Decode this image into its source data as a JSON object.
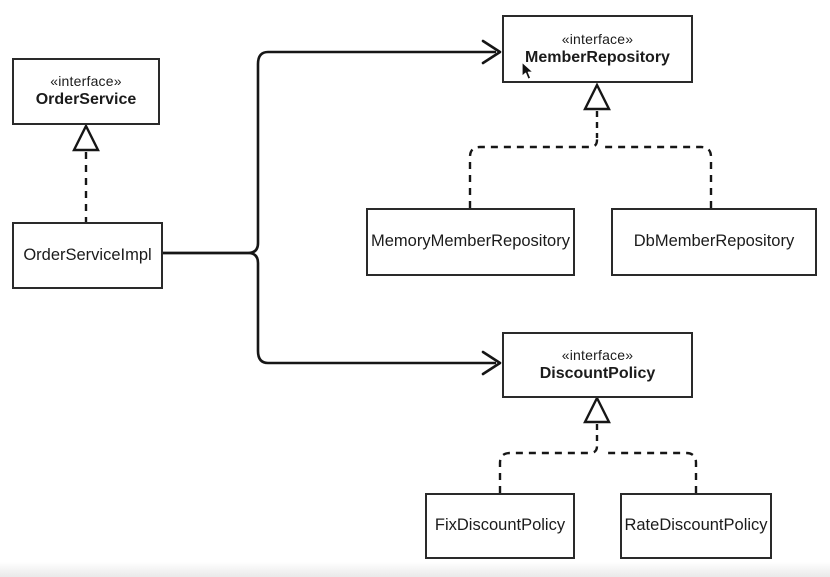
{
  "diagram": {
    "nodes": {
      "order_service": {
        "stereotype": "«interface»",
        "name": "OrderService",
        "kind": "interface"
      },
      "order_service_impl": {
        "name": "OrderServiceImpl",
        "kind": "class"
      },
      "member_repository": {
        "stereotype": "«interface»",
        "name": "MemberRepository",
        "kind": "interface"
      },
      "memory_member_repository": {
        "name": "MemoryMemberRepository",
        "kind": "class"
      },
      "db_member_repository": {
        "name": "DbMemberRepository",
        "kind": "class"
      },
      "discount_policy": {
        "stereotype": "«interface»",
        "name": "DiscountPolicy",
        "kind": "interface"
      },
      "fix_discount_policy": {
        "name": "FixDiscountPolicy",
        "kind": "class"
      },
      "rate_discount_policy": {
        "name": "RateDiscountPolicy",
        "kind": "class"
      }
    },
    "edges": [
      {
        "from": "OrderServiceImpl",
        "to": "OrderService",
        "type": "realization"
      },
      {
        "from": "OrderServiceImpl",
        "to": "MemberRepository",
        "type": "dependency"
      },
      {
        "from": "OrderServiceImpl",
        "to": "DiscountPolicy",
        "type": "dependency"
      },
      {
        "from": "MemoryMemberRepository",
        "to": "MemberRepository",
        "type": "realization"
      },
      {
        "from": "DbMemberRepository",
        "to": "MemberRepository",
        "type": "realization"
      },
      {
        "from": "FixDiscountPolicy",
        "to": "DiscountPolicy",
        "type": "realization"
      },
      {
        "from": "RateDiscountPolicy",
        "to": "DiscountPolicy",
        "type": "realization"
      }
    ],
    "colors": {
      "background": "#ffffff",
      "line": "#161616",
      "box_border": "#2a2a2a",
      "box_fill": "#ffffff",
      "text": "#1b1b1b",
      "bottom_fade": "#e9e9e9"
    }
  }
}
